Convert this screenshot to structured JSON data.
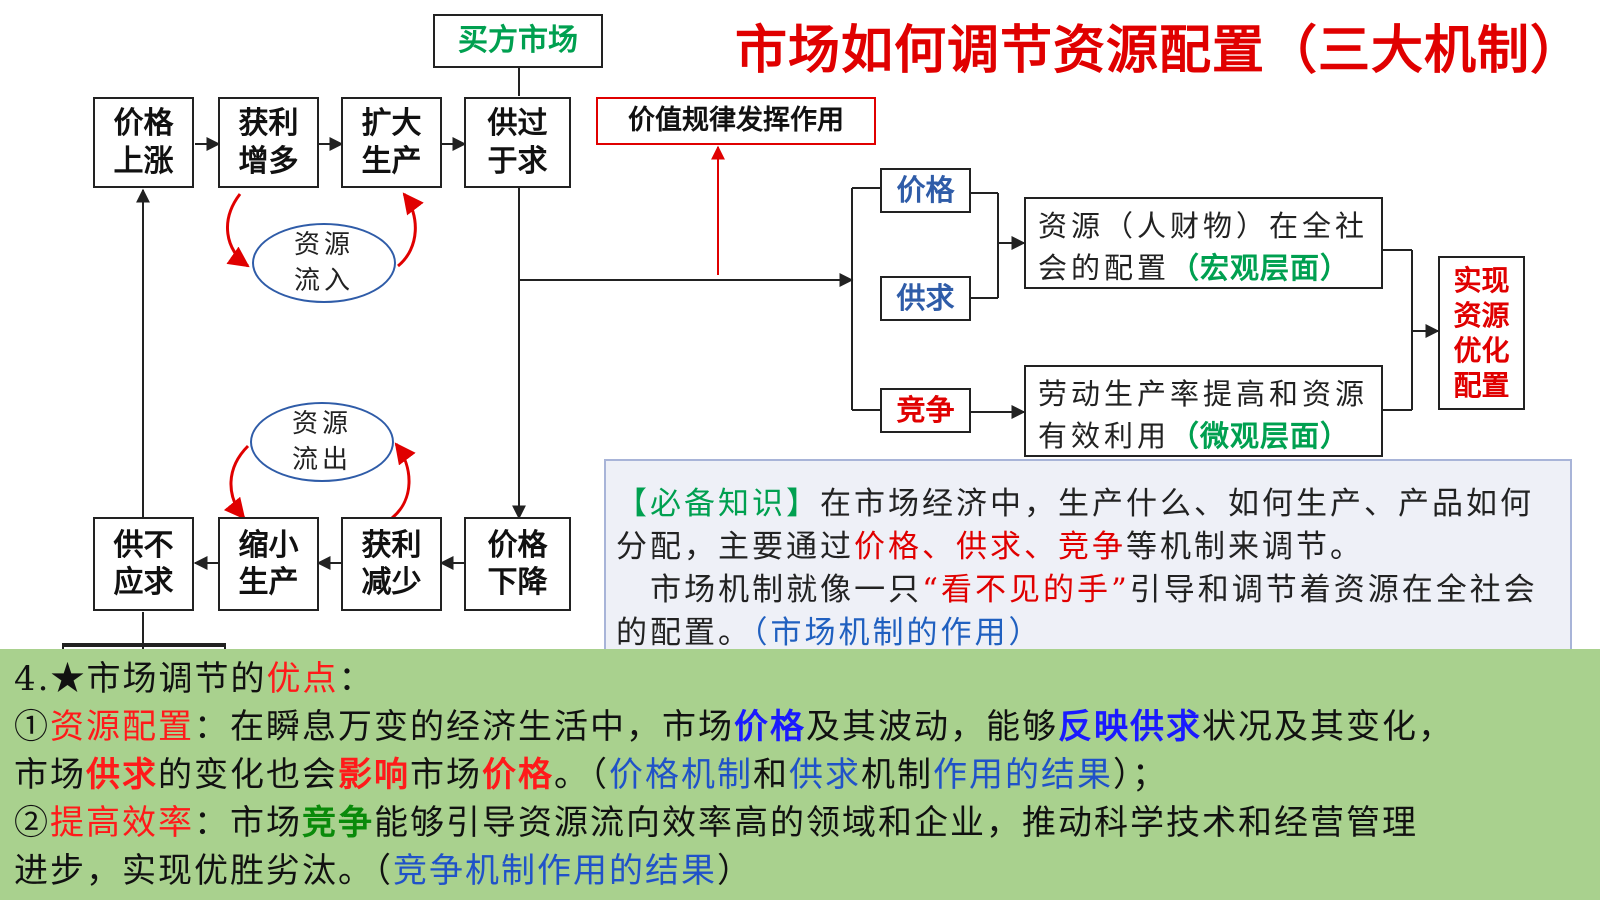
{
  "title": "市场如何调节资源配置（三大机制）",
  "buyer_market": "买方市场",
  "law_of_value": "价值规律发挥作用",
  "top_chain": [
    {
      "l1": "价格",
      "l2": "上涨"
    },
    {
      "l1": "获利",
      "l2": "增多"
    },
    {
      "l1": "扩大",
      "l2": "生产"
    },
    {
      "l1": "供过",
      "l2": "于求"
    }
  ],
  "bottom_chain": [
    {
      "l1": "供不",
      "l2": "应求"
    },
    {
      "l1": "缩小",
      "l2": "生产"
    },
    {
      "l1": "获利",
      "l2": "减少"
    },
    {
      "l1": "价格",
      "l2": "下降"
    }
  ],
  "resource_in": {
    "l1": "资源",
    "l2": "流入"
  },
  "resource_out": {
    "l1": "资源",
    "l2": "流出"
  },
  "mechanisms": [
    "价格",
    "供求",
    "竞争"
  ],
  "macro": {
    "l1": "资源（人财物）在全社",
    "l2a": "会的配置",
    "l2b": "（宏观层面）"
  },
  "micro": {
    "l1": "劳动生产率提高和资源",
    "l2a": "有效利用",
    "l2b": "（微观层面）"
  },
  "result": [
    "实现",
    "资源",
    "优化",
    "配置"
  ],
  "knowledge": {
    "tag": "【必备知识】",
    "p1a": "在市场经济中，生产什么、如何生产、产品如何分配，主要通过",
    "p1red": "价格、供求、竞争",
    "p1b": "等机制来调节。",
    "p2a": "市场机制就像一只",
    "p2red": "“看不见的手”",
    "p2b": "引导和调节着资源在全社会的配置。",
    "p2blue": "（市场机制的作用）"
  },
  "advantages": {
    "heading_a": "4.★市场调节的",
    "heading_red": "优点",
    "heading_b": "：",
    "i1_num": "①",
    "i1_key": "资源配置",
    "i1_a": "：在瞬息万变的经济生活中，市场",
    "i1_price": "价格",
    "i1_b": "及其波动，能够",
    "i1_reflect": "反映供求",
    "i1_c": "状况及其变化，",
    "i1_d": "市场",
    "i1_supply": "供求",
    "i1_e": "的变化也会",
    "i1_affect": "影响",
    "i1_f": "市场",
    "i1_price2": "价格",
    "i1_g": "。（",
    "i1_note1": "价格机制",
    "i1_h": "和",
    "i1_note2": "供求",
    "i1_i": "机制",
    "i1_note3": "作用的结果",
    "i1_j": "）；",
    "i2_num": "②",
    "i2_key": "提高效率",
    "i2_a": "：市场",
    "i2_comp": "竞争",
    "i2_b": "能够引导资源流向效率高的领域和企业，推动科学技术和经营管理",
    "i2_c": "进步，实现优胜劣汰。（",
    "i2_note": "竞争机制作用的结果",
    "i2_d": "）"
  },
  "colors": {
    "title_red": "#e00000",
    "accent_green": "#00a050",
    "bottom_bg": "#a9d18e",
    "mech_blue": "#2f5ca8"
  }
}
